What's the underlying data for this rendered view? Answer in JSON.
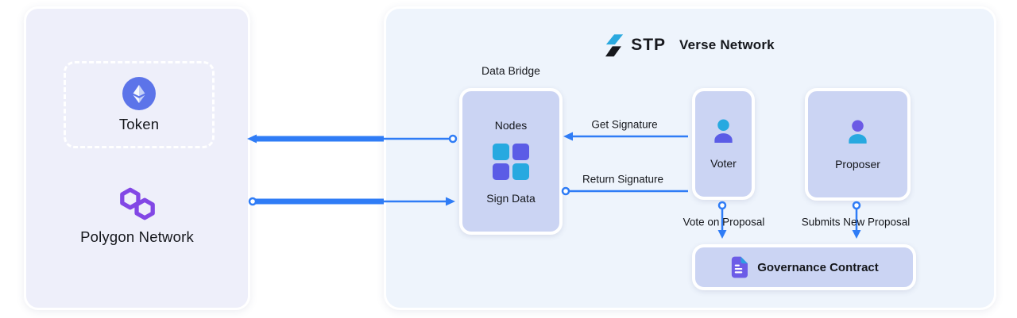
{
  "left_panel": {
    "token_label": "Token",
    "network_label": "Polygon Network"
  },
  "right_panel": {
    "logo_text": "STP",
    "title": "Verse Network",
    "data_bridge": {
      "title": "Data Bridge",
      "nodes_label": "Nodes",
      "sign_data_label": "Sign Data"
    },
    "voter_label": "Voter",
    "proposer_label": "Proposer",
    "governance_label": "Governance Contract"
  },
  "edges": {
    "get_signature": "Get Signature",
    "return_signature": "Return Signature",
    "vote_on_proposal": "Vote on Proposal",
    "submits_new_proposal": "Submits New Proposal"
  },
  "icons": {
    "ethereum": "ethereum-icon",
    "polygon": "polygon-icon",
    "stp_bolt": "stp-bolt-icon",
    "nodes_grid": "nodes-grid-icon",
    "voter_person": "voter-person-icon",
    "proposer_person": "proposer-person-icon",
    "governance_doc": "document-icon"
  },
  "colors": {
    "arrow_blue": "#2F7CF6",
    "cyan": "#27A9E0",
    "indigo": "#5B5CE6",
    "polygon_purple": "#8247E5",
    "eth_circle_blue": "#5C74E9",
    "doc_purple": "#6C5CE7",
    "doc_fold_blue": "#2E9CE3",
    "left_panel_bg": "#EEEFFA",
    "right_panel_bg": "#EEF4FC",
    "inner_box_bg": "#CBD4F3",
    "text": "#15171C"
  }
}
